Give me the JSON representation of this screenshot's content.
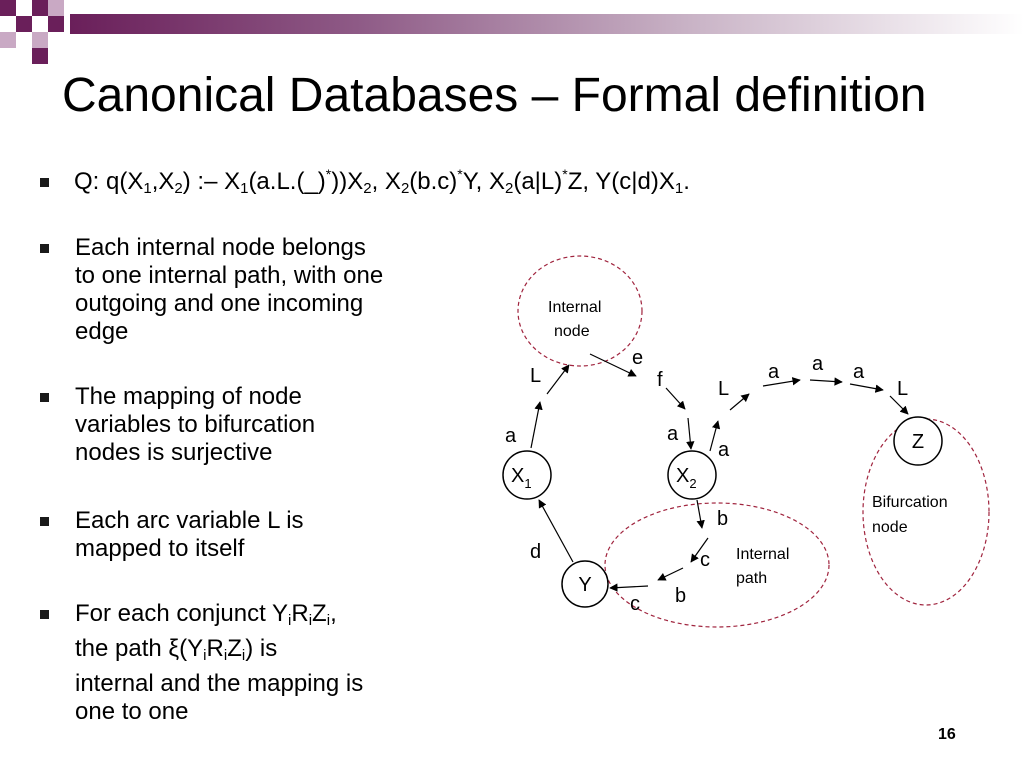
{
  "slide": {
    "title": "Canonical Databases – Formal definition",
    "page_number": "16"
  },
  "query": {
    "q1": "Q: q(X",
    "q1s": "1",
    "q2": ",X",
    "q2s": "2",
    "q3": ") :– X",
    "q3s": "1",
    "q4": "(a.L.(_)",
    "q4p": "*",
    "q5": "))X",
    "q5s": "2",
    "q6": ", X",
    "q6s": "2",
    "q7": "(b.c)",
    "q7p": "*",
    "q8": "Y, X",
    "q8s": "2",
    "q9": "(a|L)",
    "q9p": "*",
    "q10": "Z, Y(c|d)X",
    "q10s": "1",
    "q11": "."
  },
  "bullets": {
    "b1": "Each internal node belongs to one internal path, with one outgoing and one incoming edge",
    "b2": "The mapping of node variables to bifurcation nodes is surjective",
    "b3": "Each arc variable L is mapped to itself",
    "b4": {
      "p1": "For each conjunct Y",
      "s1": "i",
      "p2": "R",
      "s2": "i",
      "p3": "Z",
      "s3": "i",
      "p4": ",",
      "p5": "the path ξ(Y",
      "s4": "i",
      "p6": "R",
      "s5": "i",
      "p7": "Z",
      "s6": "i",
      "p8": ") is",
      "p9": "internal and the mapping is one to one"
    }
  },
  "diagram": {
    "nodes": {
      "x1": "X",
      "x1_sub": "1",
      "x2": "X",
      "x2_sub": "2",
      "y": "Y",
      "z": "Z"
    },
    "edge_labels": {
      "a_left": "a",
      "L_left": "L",
      "e": "e",
      "f": "f",
      "a_x2_in": "a",
      "a_x2_out": "a",
      "L_mid": "L",
      "a_chain1": "a",
      "a_chain2": "a",
      "a_chain3": "a",
      "L_right": "L",
      "b_down": "b",
      "c_down": "c",
      "b_bottom": "b",
      "c_bottom": "c",
      "d": "d"
    },
    "annotations": {
      "internal_node_l1": "Internal",
      "internal_node_l2": "node",
      "internal_path_l1": "Internal",
      "internal_path_l2": "path",
      "bifurcation_l1": "Bifurcation",
      "bifurcation_l2": "node"
    },
    "colors": {
      "dashed": "#a0243e",
      "deco_purple": "#6a1f5a",
      "deco_light": "#c9a9c4"
    }
  }
}
